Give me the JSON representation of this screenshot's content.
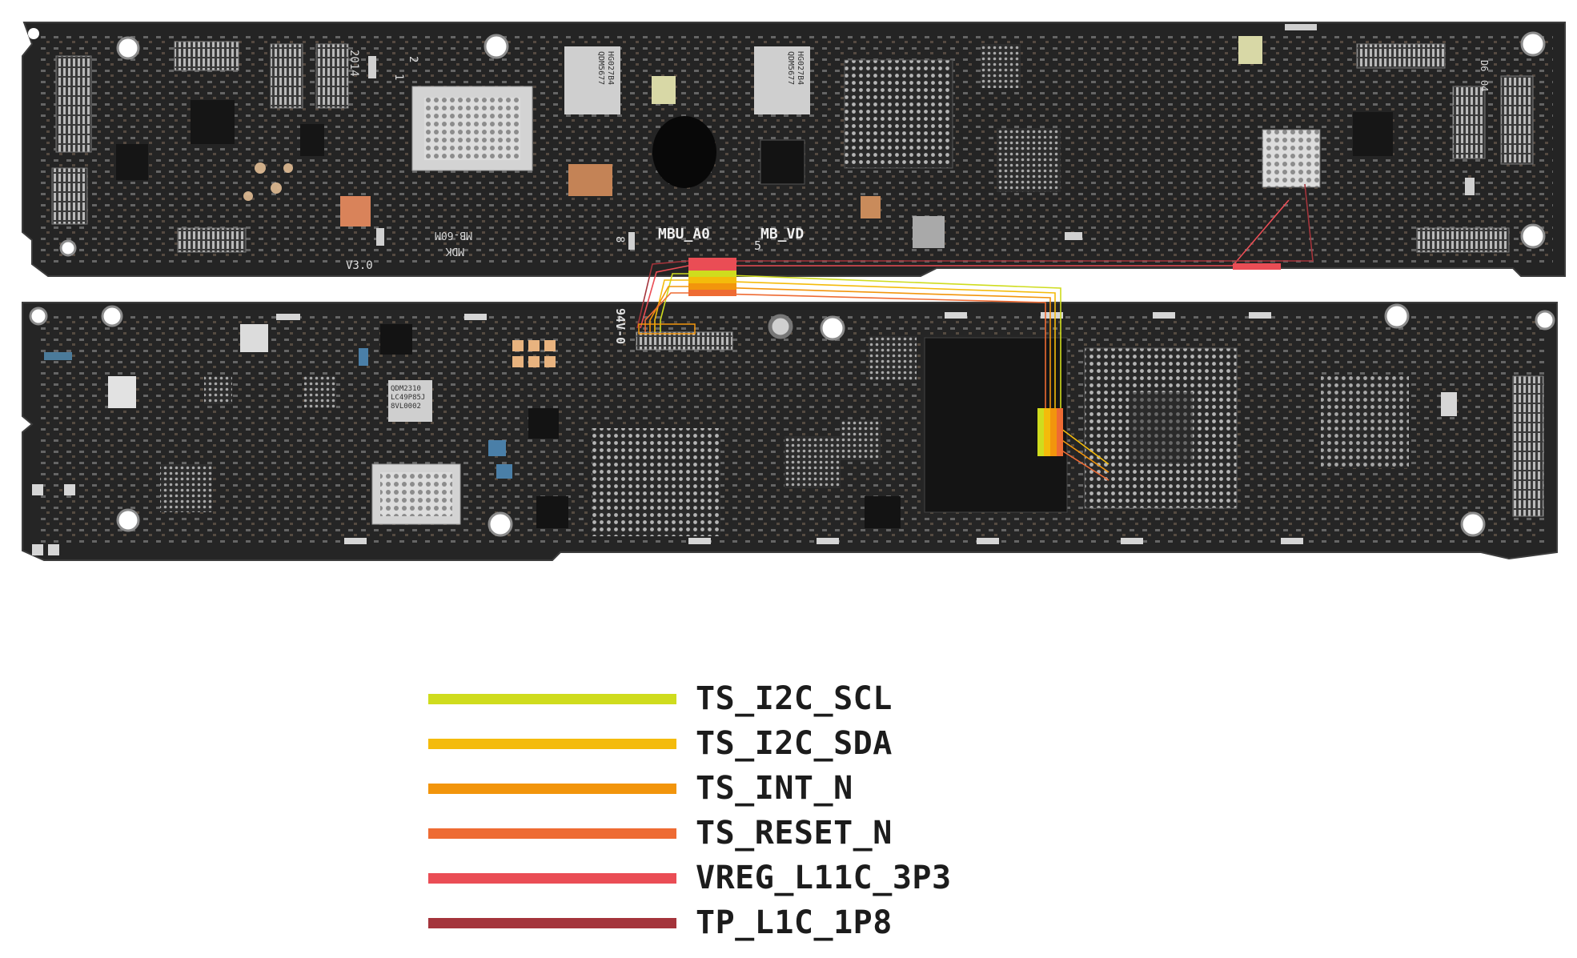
{
  "colors": {
    "board": "#262626",
    "board_edge": "#3a3a3a",
    "pad": "#c9c9c9",
    "copper": "#c98b5b",
    "highlight_red": "#d9374a"
  },
  "board_top": {
    "silkscreen": {
      "year": "2014",
      "version": "V3.0",
      "mbu_label": "MBU_A0",
      "mb_label": "MB_VD",
      "mdk": "MDK",
      "mb60": "MB-60M",
      "digit_8": "8",
      "digit_5": "5",
      "digit_2": "2",
      "digit_1": "1",
      "d6": "D6",
      "d6_sub": "04"
    },
    "chips": [
      {
        "id": "qdm_a",
        "text_1": "QDM5677",
        "text_2": "HG027B4"
      },
      {
        "id": "qdm_b",
        "text_1": "QDM5677",
        "text_2": "HG027B4"
      }
    ]
  },
  "board_bottom": {
    "silkscreen": {
      "v0": "94V-0",
      "chip_text_1": "QDM2310",
      "chip_text_2": "LC49P85J",
      "chip_text_3": "8VL0002"
    }
  },
  "legend": [
    {
      "label": "TS_I2C_SCL",
      "color": "#cfdc1e"
    },
    {
      "label": "TS_I2C_SDA",
      "color": "#f4bb0b"
    },
    {
      "label": "TS_INT_N",
      "color": "#f2950c"
    },
    {
      "label": "TS_RESET_N",
      "color": "#ee6b33"
    },
    {
      "label": "VREG_L11C_3P3",
      "color": "#ea4d55"
    },
    {
      "label": "TP_L1C_1P8",
      "color": "#a4343b"
    }
  ]
}
